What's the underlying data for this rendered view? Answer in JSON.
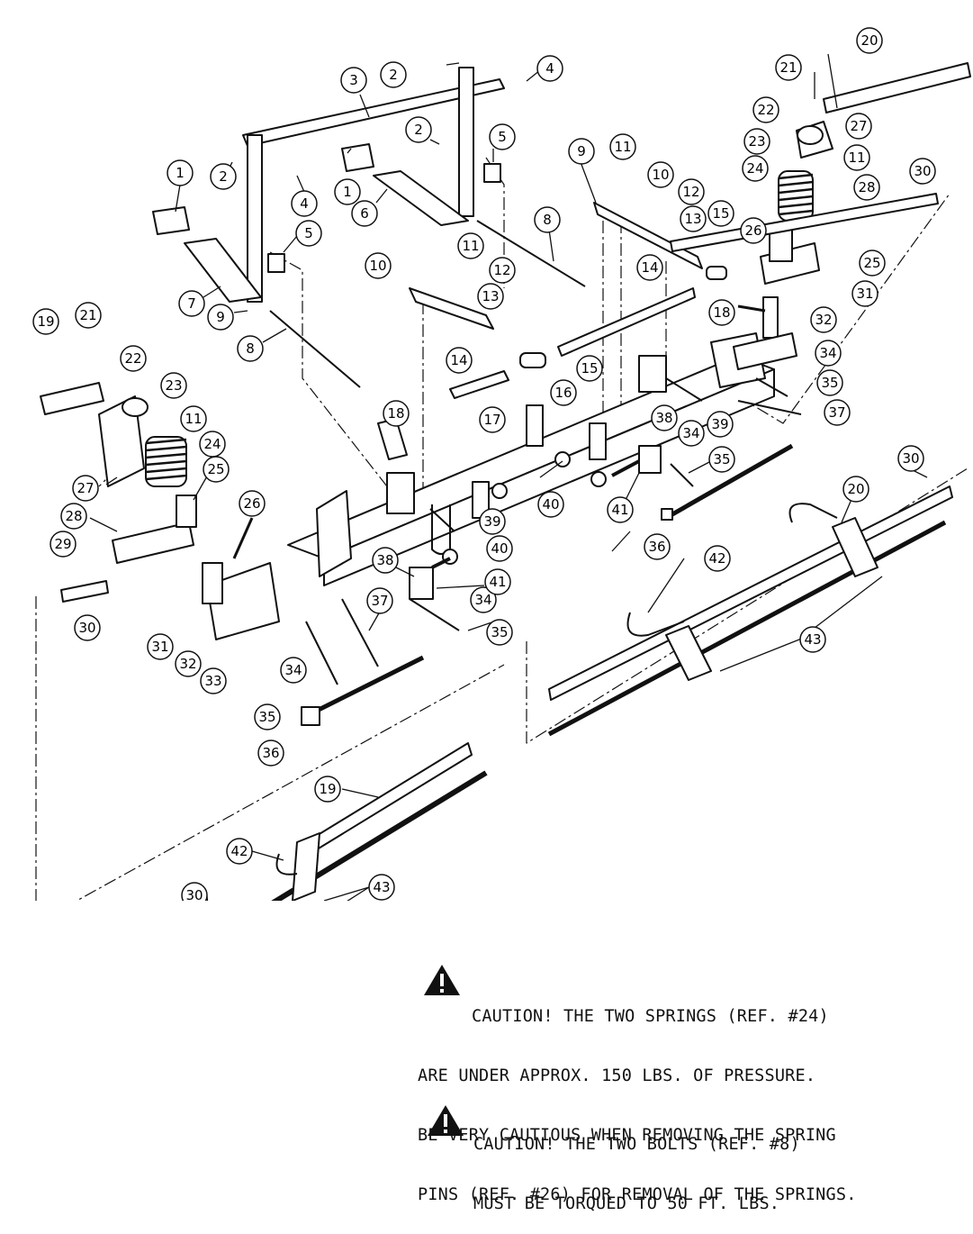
{
  "diagram": {
    "callouts": [
      {
        "id": "c-1a",
        "label": "1"
      },
      {
        "id": "c-1b",
        "label": "1"
      },
      {
        "id": "c-2a",
        "label": "2"
      },
      {
        "id": "c-2b",
        "label": "2"
      },
      {
        "id": "c-2c",
        "label": "2"
      },
      {
        "id": "c-3",
        "label": "3"
      },
      {
        "id": "c-4a",
        "label": "4"
      },
      {
        "id": "c-4b",
        "label": "4"
      },
      {
        "id": "c-5a",
        "label": "5"
      },
      {
        "id": "c-5b",
        "label": "5"
      },
      {
        "id": "c-6",
        "label": "6"
      },
      {
        "id": "c-7",
        "label": "7"
      },
      {
        "id": "c-8a",
        "label": "8"
      },
      {
        "id": "c-8b",
        "label": "8"
      },
      {
        "id": "c-9a",
        "label": "9"
      },
      {
        "id": "c-9b",
        "label": "9"
      },
      {
        "id": "c-10a",
        "label": "10"
      },
      {
        "id": "c-10b",
        "label": "10"
      },
      {
        "id": "c-11a",
        "label": "11"
      },
      {
        "id": "c-11b",
        "label": "11"
      },
      {
        "id": "c-11c",
        "label": "11"
      },
      {
        "id": "c-11d",
        "label": "11"
      },
      {
        "id": "c-12a",
        "label": "12"
      },
      {
        "id": "c-12b",
        "label": "12"
      },
      {
        "id": "c-13a",
        "label": "13"
      },
      {
        "id": "c-13b",
        "label": "13"
      },
      {
        "id": "c-14a",
        "label": "14"
      },
      {
        "id": "c-14b",
        "label": "14"
      },
      {
        "id": "c-15a",
        "label": "15"
      },
      {
        "id": "c-15b",
        "label": "15"
      },
      {
        "id": "c-16",
        "label": "16"
      },
      {
        "id": "c-17",
        "label": "17"
      },
      {
        "id": "c-18a",
        "label": "18"
      },
      {
        "id": "c-18b",
        "label": "18"
      },
      {
        "id": "c-19a",
        "label": "19"
      },
      {
        "id": "c-19b",
        "label": "19"
      },
      {
        "id": "c-20a",
        "label": "20"
      },
      {
        "id": "c-20b",
        "label": "20"
      },
      {
        "id": "c-21a",
        "label": "21"
      },
      {
        "id": "c-21b",
        "label": "21"
      },
      {
        "id": "c-22a",
        "label": "22"
      },
      {
        "id": "c-22b",
        "label": "22"
      },
      {
        "id": "c-23a",
        "label": "23"
      },
      {
        "id": "c-23b",
        "label": "23"
      },
      {
        "id": "c-24a",
        "label": "24"
      },
      {
        "id": "c-24b",
        "label": "24"
      },
      {
        "id": "c-25a",
        "label": "25"
      },
      {
        "id": "c-25b",
        "label": "25"
      },
      {
        "id": "c-26a",
        "label": "26"
      },
      {
        "id": "c-26b",
        "label": "26"
      },
      {
        "id": "c-27a",
        "label": "27"
      },
      {
        "id": "c-27b",
        "label": "27"
      },
      {
        "id": "c-28a",
        "label": "28"
      },
      {
        "id": "c-28b",
        "label": "28"
      },
      {
        "id": "c-29",
        "label": "29"
      },
      {
        "id": "c-30a",
        "label": "30"
      },
      {
        "id": "c-30b",
        "label": "30"
      },
      {
        "id": "c-30c",
        "label": "30"
      },
      {
        "id": "c-30d",
        "label": "30"
      },
      {
        "id": "c-31a",
        "label": "31"
      },
      {
        "id": "c-31b",
        "label": "31"
      },
      {
        "id": "c-32a",
        "label": "32"
      },
      {
        "id": "c-32b",
        "label": "32"
      },
      {
        "id": "c-33",
        "label": "33"
      },
      {
        "id": "c-34a",
        "label": "34"
      },
      {
        "id": "c-34b",
        "label": "34"
      },
      {
        "id": "c-34c",
        "label": "34"
      },
      {
        "id": "c-34d",
        "label": "34"
      },
      {
        "id": "c-35a",
        "label": "35"
      },
      {
        "id": "c-35b",
        "label": "35"
      },
      {
        "id": "c-35c",
        "label": "35"
      },
      {
        "id": "c-35d",
        "label": "35"
      },
      {
        "id": "c-36a",
        "label": "36"
      },
      {
        "id": "c-36b",
        "label": "36"
      },
      {
        "id": "c-37a",
        "label": "37"
      },
      {
        "id": "c-37b",
        "label": "37"
      },
      {
        "id": "c-38a",
        "label": "38"
      },
      {
        "id": "c-38b",
        "label": "38"
      },
      {
        "id": "c-39a",
        "label": "39"
      },
      {
        "id": "c-39b",
        "label": "39"
      },
      {
        "id": "c-40a",
        "label": "40"
      },
      {
        "id": "c-40b",
        "label": "40"
      },
      {
        "id": "c-41a",
        "label": "41"
      },
      {
        "id": "c-41b",
        "label": "41"
      },
      {
        "id": "c-42a",
        "label": "42"
      },
      {
        "id": "c-42b",
        "label": "42"
      },
      {
        "id": "c-43a",
        "label": "43"
      },
      {
        "id": "c-43b",
        "label": "43"
      }
    ]
  },
  "cautions": [
    {
      "icon": "warning-triangle-icon",
      "lines": [
        "CAUTION! THE TWO SPRINGS (REF. #24)",
        "ARE UNDER APPROX. 150 LBS. OF PRESSURE.",
        "BE VERY CAUTIOUS WHEN REMOVING THE SPRING",
        "PINS (REF. #26) FOR REMOVAL OF THE SPRINGS."
      ]
    },
    {
      "icon": "warning-triangle-icon",
      "lines": [
        "CAUTION! THE TWO BOLTS (REF. #8)",
        "MUST BE TORQUED TO 50 FT. LBS."
      ]
    }
  ]
}
